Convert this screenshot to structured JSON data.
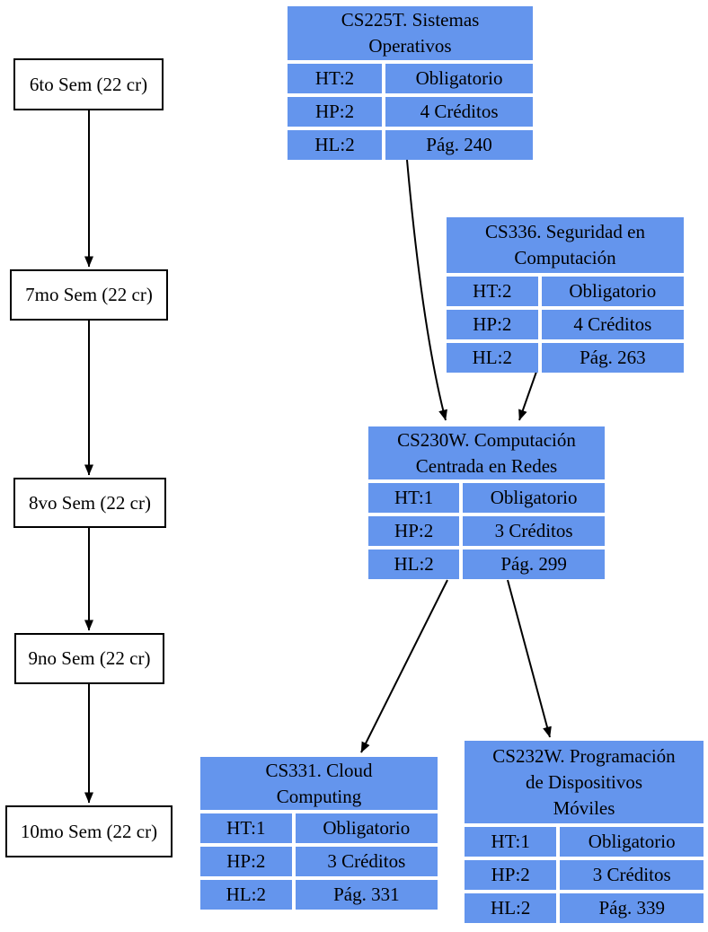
{
  "colors": {
    "course_fill": "#6495ED",
    "semester_fill": "#FFFFFF",
    "border": "#000000",
    "edge": "#000000",
    "text": "#000000",
    "background": "#FFFFFF"
  },
  "semesters": [
    {
      "label": "6to Sem (22 cr)"
    },
    {
      "label": "7mo Sem (22 cr)"
    },
    {
      "label": "8vo Sem (22 cr)"
    },
    {
      "label": "9no Sem (22 cr)"
    },
    {
      "label": "10mo Sem (22 cr)"
    }
  ],
  "courses": [
    {
      "code": "CS225T",
      "title": "CS225T. Sistemas Operativos",
      "title_lines": [
        "CS225T. Sistemas",
        "Operativos"
      ],
      "rows": [
        {
          "left": "HT:2",
          "right": "Obligatorio"
        },
        {
          "left": "HP:2",
          "right": "4 Créditos"
        },
        {
          "left": "HL:2",
          "right": "Pág. 240"
        }
      ]
    },
    {
      "code": "CS336",
      "title": "CS336. Seguridad en Computación",
      "title_lines": [
        "CS336. Seguridad en",
        "Computación"
      ],
      "rows": [
        {
          "left": "HT:2",
          "right": "Obligatorio"
        },
        {
          "left": "HP:2",
          "right": "4 Créditos"
        },
        {
          "left": "HL:2",
          "right": "Pág. 263"
        }
      ]
    },
    {
      "code": "CS230W",
      "title": "CS230W. Computación Centrada en Redes",
      "title_lines": [
        "CS230W. Computación",
        "Centrada en Redes"
      ],
      "rows": [
        {
          "left": "HT:1",
          "right": "Obligatorio"
        },
        {
          "left": "HP:2",
          "right": "3 Créditos"
        },
        {
          "left": "HL:2",
          "right": "Pág. 299"
        }
      ]
    },
    {
      "code": "CS331",
      "title": "CS331. Cloud Computing",
      "title_lines": [
        "CS331. Cloud",
        "Computing"
      ],
      "rows": [
        {
          "left": "HT:1",
          "right": "Obligatorio"
        },
        {
          "left": "HP:2",
          "right": "3 Créditos"
        },
        {
          "left": "HL:2",
          "right": "Pág. 331"
        }
      ]
    },
    {
      "code": "CS232W",
      "title": "CS232W. Programación de Dispositivos Móviles",
      "title_lines": [
        "CS232W. Programación",
        "de Dispositivos",
        "Móviles"
      ],
      "rows": [
        {
          "left": "HT:1",
          "right": "Obligatorio"
        },
        {
          "left": "HP:2",
          "right": "3 Créditos"
        },
        {
          "left": "HL:2",
          "right": "Pág. 339"
        }
      ]
    }
  ],
  "edges": {
    "semester_chain": [
      {
        "from": "6to Sem (22 cr)",
        "to": "7mo Sem (22 cr)"
      },
      {
        "from": "7mo Sem (22 cr)",
        "to": "8vo Sem (22 cr)"
      },
      {
        "from": "8vo Sem (22 cr)",
        "to": "9no Sem (22 cr)"
      },
      {
        "from": "9no Sem (22 cr)",
        "to": "10mo Sem (22 cr)"
      }
    ],
    "course_edges": [
      {
        "from": "CS225T",
        "to": "CS230W"
      },
      {
        "from": "CS336",
        "to": "CS230W"
      },
      {
        "from": "CS230W",
        "to": "CS331"
      },
      {
        "from": "CS230W",
        "to": "CS232W"
      }
    ]
  }
}
